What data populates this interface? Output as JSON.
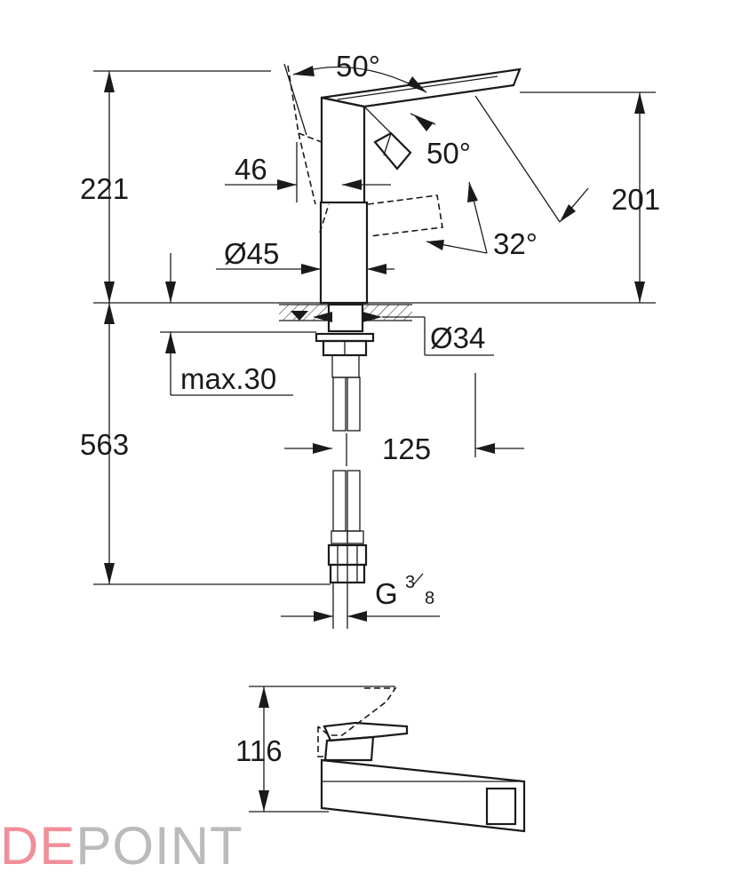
{
  "dimensions": {
    "height_total": "221",
    "height_outlet": "201",
    "spout_offset": "46",
    "base_diameter": "Ø45",
    "mount_diameter": "Ø34",
    "max_thickness": "max.30",
    "hose_length": "563",
    "lever_angle_top": "50°",
    "lever_angle_side": "50°",
    "spout_angle": "32°",
    "hose_spread": "125",
    "thread_prefix": "G",
    "thread_numerator": "3",
    "thread_denominator": "8",
    "top_view_height": "116"
  },
  "watermark": {
    "first": "DE",
    "rest": "POINT"
  }
}
